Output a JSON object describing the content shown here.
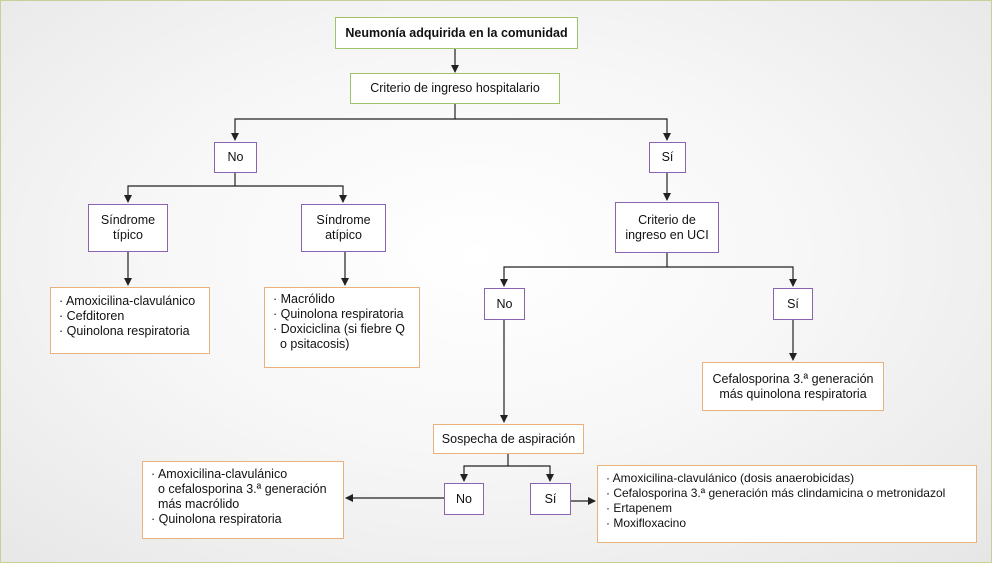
{
  "root": "Neumonía adquirida en la comunidad",
  "criterio_hospitalario": "Criterio de ingreso hospitalario",
  "no_hosp": "No",
  "si_hosp": "Sí",
  "sindrome_tipico": [
    "Síndrome",
    "típico"
  ],
  "sindrome_atipico": [
    "Síndrome",
    "atípico"
  ],
  "tratamiento_tipico": [
    "· Amoxicilina-clavulánico",
    "· Cefditoren",
    "· Quinolona respiratoria"
  ],
  "tratamiento_atipico": [
    "· Macrólido",
    "· Quinolona respiratoria",
    "· Doxiciclina (si fiebre Q",
    "  o psitacosis)"
  ],
  "criterio_uci": [
    "Criterio de",
    "ingreso en UCI"
  ],
  "no_uci": "No",
  "si_uci": "Sí",
  "tratamiento_uci": [
    "Cefalosporina 3.ª generación",
    "más quinolona respiratoria"
  ],
  "sospecha_aspiracion": "Sospecha de aspiración",
  "no_asp": "No",
  "si_asp": "Sí",
  "tratamiento_no_asp": [
    "· Amoxicilina-clavulánico",
    "  o cefalosporina 3.ª generación",
    "  más macrólido",
    "· Quinolona respiratoria"
  ],
  "tratamiento_si_asp": [
    "· Amoxicilina-clavulánico (dosis anaerobicidas)",
    "· Cefalosporina 3.ª generación más clindamicina o metronidazol",
    "· Ertapenem",
    "· Moxifloxacino"
  ],
  "colors": {
    "green": "#9fc26a",
    "purple": "#8a63b2",
    "orange": "#eab17c",
    "line": "#222222"
  }
}
